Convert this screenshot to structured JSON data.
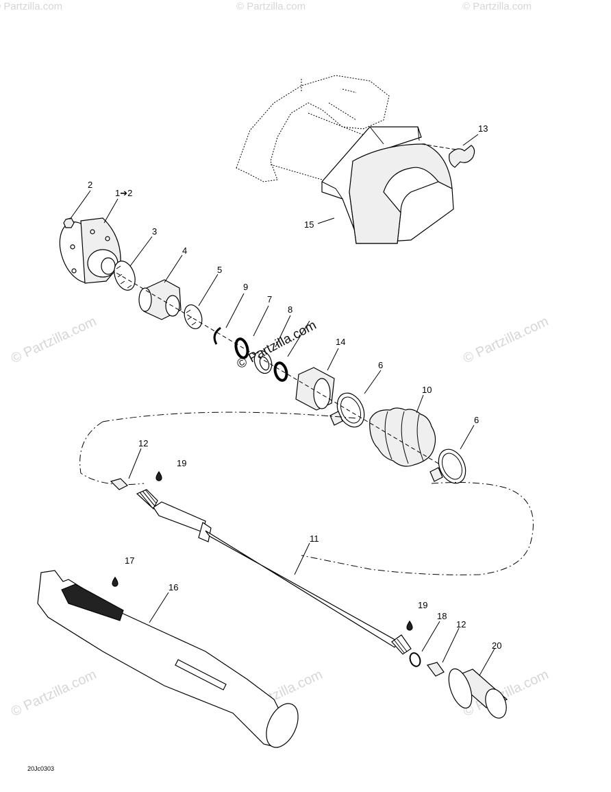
{
  "diagram": {
    "code": "20Jc0303",
    "watermark_text": "© Partzilla.com",
    "callouts": {
      "c1to2": "1➔2",
      "c2": "2",
      "c3": "3",
      "c4": "4",
      "c5": "5",
      "c6a": "6",
      "c6b": "6",
      "c7": "7",
      "c8": "8",
      "c9": "9",
      "c10": "10",
      "c11": "11",
      "c12a": "12",
      "c12b": "12",
      "c13": "13",
      "c14": "14",
      "c15": "15",
      "c16": "16",
      "c17": "17",
      "c18": "18",
      "c19a": "19",
      "c19b": "19",
      "c20": "20"
    }
  }
}
